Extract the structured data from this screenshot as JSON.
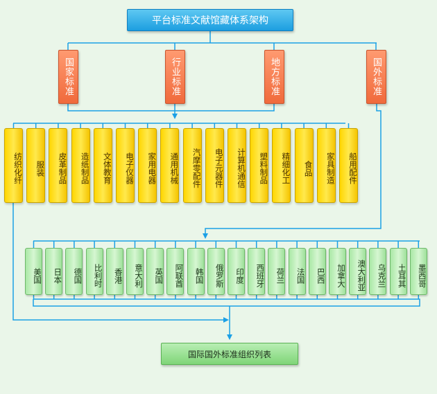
{
  "root": {
    "label": "平台标准文献馆藏体系架构"
  },
  "categories": [
    {
      "label": "国家标准"
    },
    {
      "label": "行业标准"
    },
    {
      "label": "地方标准"
    },
    {
      "label": "国外标准"
    }
  ],
  "industries": [
    {
      "label": "纺织化纤"
    },
    {
      "label": "服装"
    },
    {
      "label": "皮革制品"
    },
    {
      "label": "造纸制品"
    },
    {
      "label": "文体教育"
    },
    {
      "label": "电子仪器"
    },
    {
      "label": "家用电器"
    },
    {
      "label": "通用机械"
    },
    {
      "label": "汽摩零配件"
    },
    {
      "label": "电子元器件"
    },
    {
      "label": "计算机通信"
    },
    {
      "label": "塑料制品"
    },
    {
      "label": "精细化工"
    },
    {
      "label": "食品"
    },
    {
      "label": "家具制造"
    },
    {
      "label": "船用配件"
    }
  ],
  "countries": [
    {
      "label": "美国"
    },
    {
      "label": "日本"
    },
    {
      "label": "德国"
    },
    {
      "label": "比利时"
    },
    {
      "label": "香港"
    },
    {
      "label": "意大利"
    },
    {
      "label": "英国"
    },
    {
      "label": "阿联酋"
    },
    {
      "label": "韩国"
    },
    {
      "label": "俄罗斯"
    },
    {
      "label": "印度"
    },
    {
      "label": "西班牙"
    },
    {
      "label": "荷兰"
    },
    {
      "label": "法国"
    },
    {
      "label": "巴西"
    },
    {
      "label": "加拿大"
    },
    {
      "label": "澳大利亚"
    },
    {
      "label": "乌克兰"
    },
    {
      "label": "土耳其"
    },
    {
      "label": "墨西哥"
    }
  ],
  "bottom": {
    "label": "国际国外标准组织列表"
  },
  "colors": {
    "connector": "#1aa0e6"
  }
}
